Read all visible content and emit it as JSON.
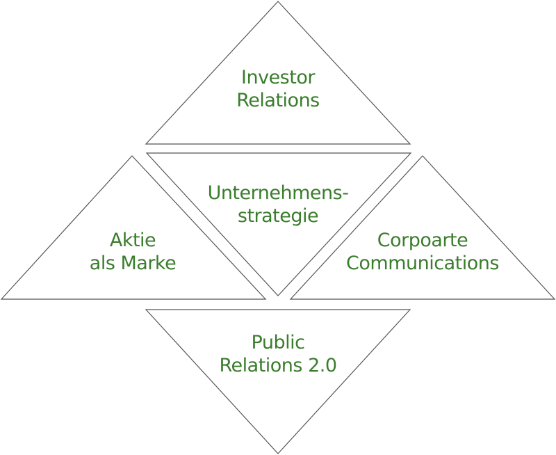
{
  "diagram": {
    "text_color": "#3a7d2c",
    "triangles": [
      {
        "id": "investor-relations",
        "lines": [
          "Investor",
          "Relations"
        ]
      },
      {
        "id": "unternehmensstrategie",
        "lines": [
          "Unternehmens-",
          "strategie"
        ]
      },
      {
        "id": "aktie-als-marke",
        "lines": [
          "Aktie",
          "als Marke"
        ]
      },
      {
        "id": "corporate-communications",
        "lines": [
          "Corpoarte",
          "Communications"
        ]
      },
      {
        "id": "public-relations",
        "lines": [
          "Public",
          "Relations 2.0"
        ]
      }
    ]
  }
}
